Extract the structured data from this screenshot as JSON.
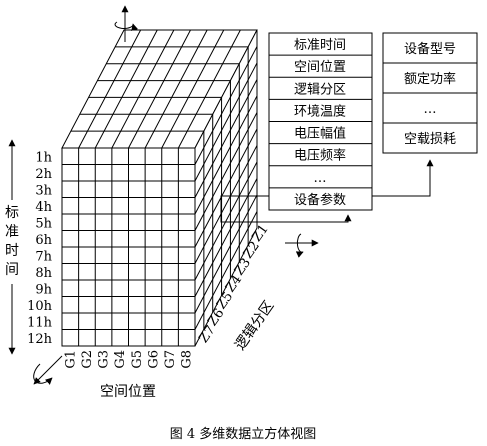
{
  "figure": {
    "caption": "图 4  多维数据立方体视图",
    "time_axis": {
      "chars": [
        "标",
        "准",
        "时",
        "间"
      ],
      "labels": [
        "1h",
        "2h",
        "3h",
        "4h",
        "5h",
        "6h",
        "7h",
        "8h",
        "9h",
        "10h",
        "11h",
        "12h"
      ]
    },
    "space_axis": {
      "title": "空间位置",
      "labels": [
        "G1",
        "G2",
        "G3",
        "G4",
        "G5",
        "G6",
        "G7",
        "G8"
      ]
    },
    "zone_axis": {
      "title": "逻辑分区",
      "labels": [
        "Z1",
        "Z2",
        "Z3",
        "Z4",
        "Z5",
        "Z6",
        "Z7"
      ]
    },
    "attribute_box": [
      "标准时间",
      "空间位置",
      "逻辑分区",
      "环境温度",
      "电压幅值",
      "电压频率",
      "…",
      "设备参数"
    ],
    "device_box": [
      "设备型号",
      "额定功率",
      "…",
      "空载损耗"
    ]
  }
}
